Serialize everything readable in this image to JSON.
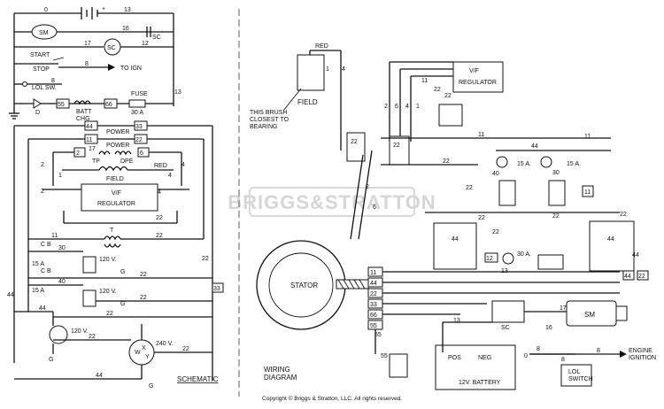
{
  "watermark": "BRIGGS&STRATTON",
  "copyright": "Copyright © Briggs & Stratton, LLC. All rights reserved.",
  "schematic": {
    "title": "SCHEMATIC",
    "wire_top": {
      "a": "0",
      "b": "13"
    },
    "plus": "+",
    "sm": "SM",
    "wire_16": "16",
    "sc_small": "SC",
    "wire_17": "17",
    "sc": "SC",
    "wire_12": "12",
    "start": "START",
    "stop": "STOP",
    "wire_8": "8",
    "to_ign": "TO IGN",
    "lol_sw": "LOL SW.",
    "d": "D",
    "w55": "55",
    "w66": "66",
    "batt_chg": "BATT\nCHG",
    "fuse": "FUSE",
    "fuse_amp": "30 A",
    "w13": "13",
    "w44": "44",
    "w33": "33",
    "power": "POWER",
    "w11": "11",
    "w22": "22",
    "w2": "2",
    "w6": "6",
    "w17b": "17",
    "tp": "TP",
    "dpe": "DPE",
    "red": "RED",
    "field": "FIELD",
    "w1": "1",
    "w4": "4",
    "vf": "V/F",
    "regulator": "REGULATOR",
    "t": "T",
    "cb": "C B",
    "w30": "30",
    "amp15": "15 A",
    "w40": "40",
    "v120": "120 V.",
    "v240": "240 V.",
    "g": "G",
    "w": "W",
    "x": "X",
    "y": "Y"
  },
  "wiring": {
    "title": "WIRING\nDIAGRAM",
    "red": "RED",
    "field": "FIELD",
    "brush_note": "THIS BRUSH\nCLOSEST TO\nBEARING",
    "vf": "V/F",
    "regulator": "REGULATOR",
    "stator": "STATOR",
    "amp15": "15 A.",
    "amp30": "30 A.",
    "sm": "SM",
    "sc": "SC",
    "pos": "POS",
    "neg": "NEG",
    "battery": "12V. BATTERY",
    "lol_switch": "LOL\nSWITCH",
    "engine_ignition": "ENGINE\nIGNITION",
    "stator_wires": [
      "11",
      "44",
      "22",
      "33",
      "66",
      "55"
    ],
    "w2": "2",
    "w6": "6",
    "w4": "4",
    "w1": "1",
    "w22": "22",
    "w11": "11",
    "w44": "44",
    "w40": "40",
    "w30": "30",
    "w13": "13",
    "w17": "17",
    "w16": "16",
    "w8": "8",
    "w12": "12",
    "w55": "55",
    "w0": "0"
  }
}
